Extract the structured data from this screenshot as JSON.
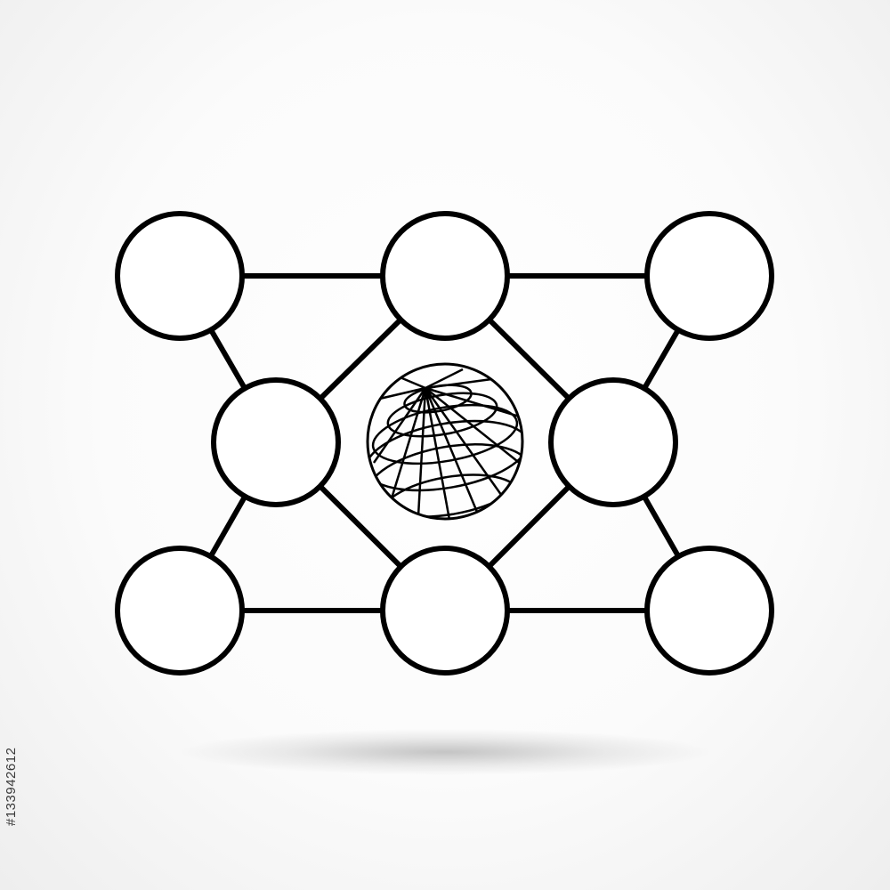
{
  "diagram": {
    "nodes": [
      {
        "id": "top-left",
        "icon": ""
      },
      {
        "id": "top-center",
        "icon": ""
      },
      {
        "id": "top-right",
        "icon": ""
      },
      {
        "id": "middle-left",
        "icon": ""
      },
      {
        "id": "middle-right",
        "icon": ""
      },
      {
        "id": "bottom-left",
        "icon": ""
      },
      {
        "id": "bottom-center",
        "icon": ""
      },
      {
        "id": "bottom-right",
        "icon": ""
      }
    ],
    "edges": [
      [
        "top-left",
        "top-center"
      ],
      [
        "top-center",
        "top-right"
      ],
      [
        "bottom-left",
        "bottom-center"
      ],
      [
        "bottom-center",
        "bottom-right"
      ],
      [
        "top-left",
        "middle-left"
      ],
      [
        "middle-left",
        "bottom-left"
      ],
      [
        "top-right",
        "middle-right"
      ],
      [
        "middle-right",
        "bottom-right"
      ],
      [
        "top-center",
        "middle-left"
      ],
      [
        "top-center",
        "middle-right"
      ],
      [
        "middle-left",
        "bottom-center"
      ],
      [
        "middle-right",
        "bottom-center"
      ]
    ],
    "center_icon": "globe-icon"
  },
  "watermark": {
    "id_text": "#133942612"
  },
  "colors": {
    "stroke": "#000000",
    "node_fill": "#ffffff",
    "background": "#fbfbfb"
  }
}
